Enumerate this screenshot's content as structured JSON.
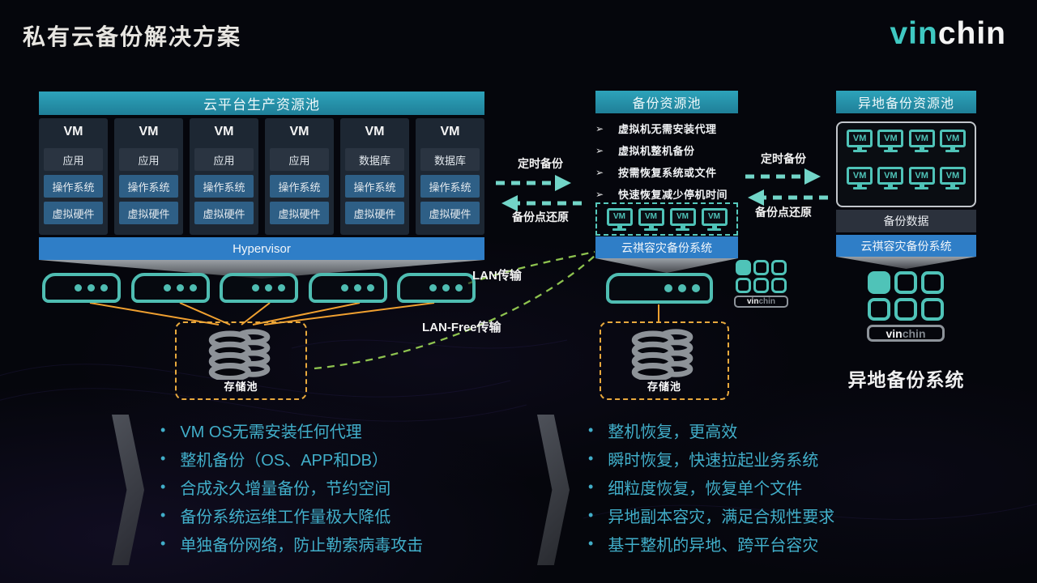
{
  "title": "私有云备份解决方案",
  "logo": {
    "vin": "vin",
    "chin": "chin"
  },
  "left_pool": {
    "header": "云平台生产资源池",
    "hypervisor": "Hypervisor",
    "vm_columns": [
      {
        "title": "VM",
        "layers": [
          "应用",
          "操作系统",
          "虚拟硬件"
        ]
      },
      {
        "title": "VM",
        "layers": [
          "应用",
          "操作系统",
          "虚拟硬件"
        ]
      },
      {
        "title": "VM",
        "layers": [
          "应用",
          "操作系统",
          "虚拟硬件"
        ]
      },
      {
        "title": "VM",
        "layers": [
          "应用",
          "操作系统",
          "虚拟硬件"
        ]
      },
      {
        "title": "VM",
        "layers": [
          "数据库",
          "操作系统",
          "虚拟硬件"
        ]
      },
      {
        "title": "VM",
        "layers": [
          "数据库",
          "操作系统",
          "虚拟硬件"
        ]
      }
    ]
  },
  "backup_pool": {
    "header": "备份资源池",
    "features": [
      "虚拟机无需安装代理",
      "虚拟机整机备份",
      "按需恢复系统或文件",
      "快速恢复减少停机时间"
    ],
    "vm_label": "VM",
    "vm_count": 4,
    "system_bar": "云祺容灾备份系统"
  },
  "offsite_pool": {
    "header": "异地备份资源池",
    "vm_label": "VM",
    "vm_count": 8,
    "backup_data_bar": "备份数据",
    "system_bar": "云祺容灾备份系统",
    "caption": "异地备份系统"
  },
  "flows": {
    "scheduled_backup": "定时备份",
    "restore_point": "备份点还原",
    "lan": "LAN传输",
    "lan_free": "LAN-Free传输"
  },
  "topology": {
    "production_hosts": 5
  },
  "storage_pools": [
    {
      "label": "存储池"
    },
    {
      "label": "存储池"
    }
  ],
  "benefits_left": [
    "VM OS无需安装任何代理",
    "整机备份（OS、APP和DB）",
    "合成永久增量备份，节约空间",
    "备份系统运维工作量极大降低",
    "单独备份网络，防止勒索病毒攻击"
  ],
  "benefits_right": [
    "整机恢复，更高效",
    "瞬时恢复，快速拉起业务系统",
    "细粒度恢复，恢复单个文件",
    "异地副本容灾，满足合规性要求",
    "基于整机的异地、跨平台容灾"
  ],
  "glyphs": {
    "feature_marker": "➢",
    "bullet": "•"
  },
  "colors": {
    "teal_header": "#2694ab",
    "blue_bar": "#2f7ec7",
    "tile_blue": "#2e5f86",
    "accent_teal": "#4fc3b8",
    "orange": "#f0a436",
    "green": "#8ec34f",
    "cyan_text": "#41aec9",
    "logo_teal": "#3fc8c2"
  }
}
